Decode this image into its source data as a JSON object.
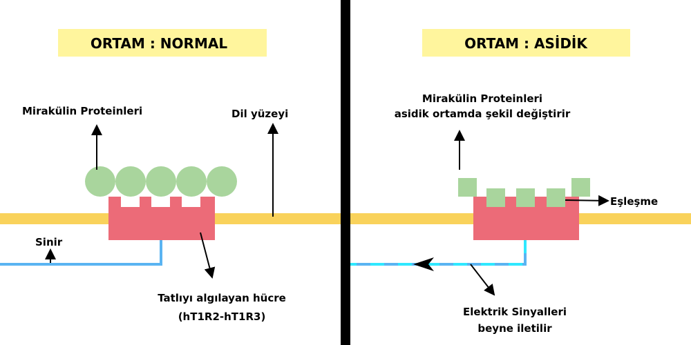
{
  "left_panel": {
    "banner": "ORTAM : NORMAL",
    "protein_label": "Mirakülin Proteinleri",
    "surface_label": "Dil yüzeyi",
    "nerve_label": "Sinir",
    "cell_label_line1": "Tatlıyı algılayan hücre",
    "cell_label_line2": "(hT1R2-hT1R3)"
  },
  "right_panel": {
    "banner": "ORTAM : ASİDİK",
    "protein_label_line1": "Mirakülin Proteinleri",
    "protein_label_line2": "asidik ortamda şekil değiştirir",
    "match_label": "Eşleşme",
    "signal_label_line1": "Elektrik Sinyalleri",
    "signal_label_line2": "beyne iletilir"
  },
  "colors": {
    "banner": "#fff59d",
    "surface": "#f9d25b",
    "cell": "#ec6b78",
    "protein": "#a9d59d",
    "nerve": "#5ab4f2",
    "signal": "#2fe8ff",
    "divider": "#000000"
  }
}
